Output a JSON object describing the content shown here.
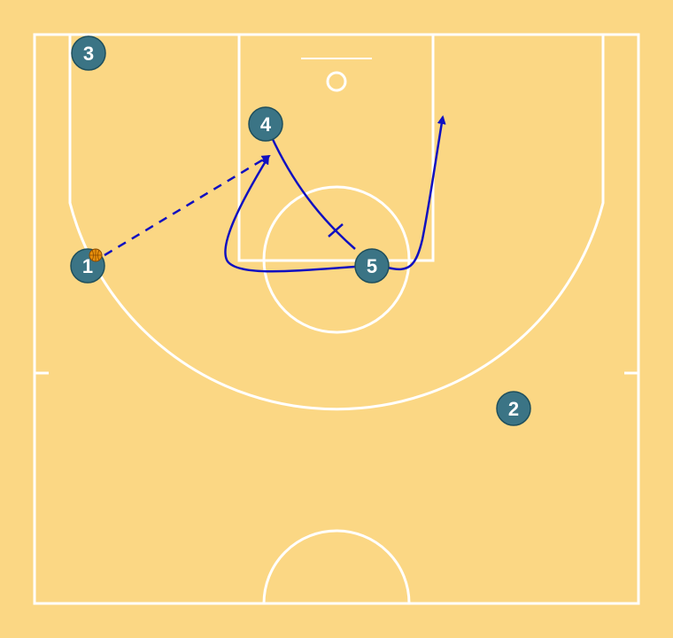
{
  "colors": {
    "court": "#fbd784",
    "lines": "#ffffff",
    "player_fill": "#3b7485",
    "player_stroke": "#1f4f5c",
    "movement": "#1010c0",
    "ball": "#e8900c",
    "ball_seam": "#8a4a00"
  },
  "players": [
    {
      "id": "1",
      "label": "1",
      "has_ball": true
    },
    {
      "id": "2",
      "label": "2",
      "has_ball": false
    },
    {
      "id": "3",
      "label": "3",
      "has_ball": false
    },
    {
      "id": "4",
      "label": "4",
      "has_ball": false
    },
    {
      "id": "5",
      "label": "5",
      "has_ball": false
    }
  ],
  "actions": [
    {
      "type": "pass",
      "from": "1",
      "to": "4",
      "style": "dashed-arrow"
    },
    {
      "type": "cut",
      "player": "4",
      "style": "solid-arrow"
    },
    {
      "type": "screen",
      "player": "5",
      "style": "solid-line-with-bar"
    },
    {
      "type": "cut",
      "player": "5",
      "style": "solid-arrow"
    }
  ]
}
